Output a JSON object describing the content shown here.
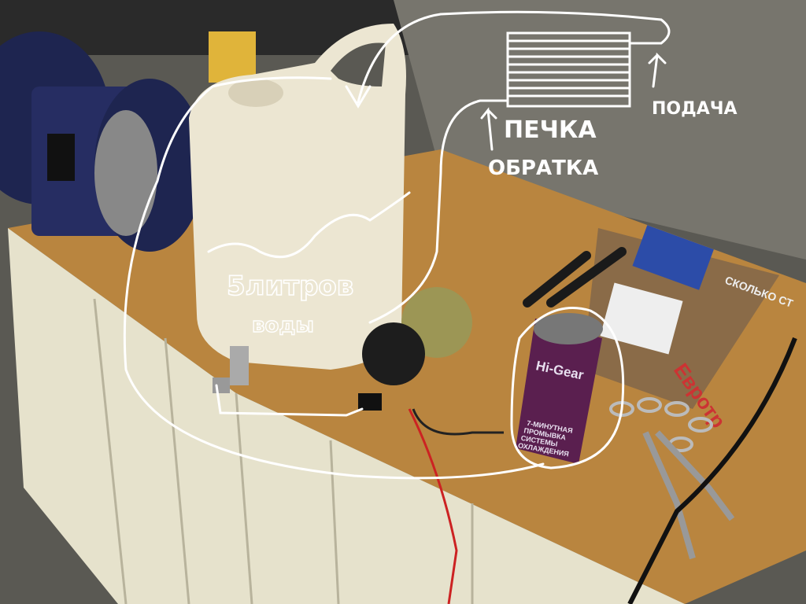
{
  "annotations": {
    "heater": "ПЕЧКА",
    "supply": "ПОДАЧА",
    "return": "ОБРАТКА",
    "volume": "5литров",
    "water": "воды"
  },
  "can": {
    "brand": "Hi-Gear",
    "label_lines": [
      "7-МИНУТНАЯ",
      "ПРОМЫВКА",
      "СИСТЕМЫ",
      "ОХЛАЖДЕНИЯ"
    ]
  },
  "magazine": {
    "title_fragment": "Евротр",
    "headline_fragment": "СКОЛЬКО СТ"
  },
  "colors": {
    "floor": "#55544e",
    "bench_top": "#b9853f",
    "bench_front": "#e6e2cc",
    "canister": "#ece6d2",
    "can": "#5a1f4f",
    "annotation": "#ffffff"
  }
}
